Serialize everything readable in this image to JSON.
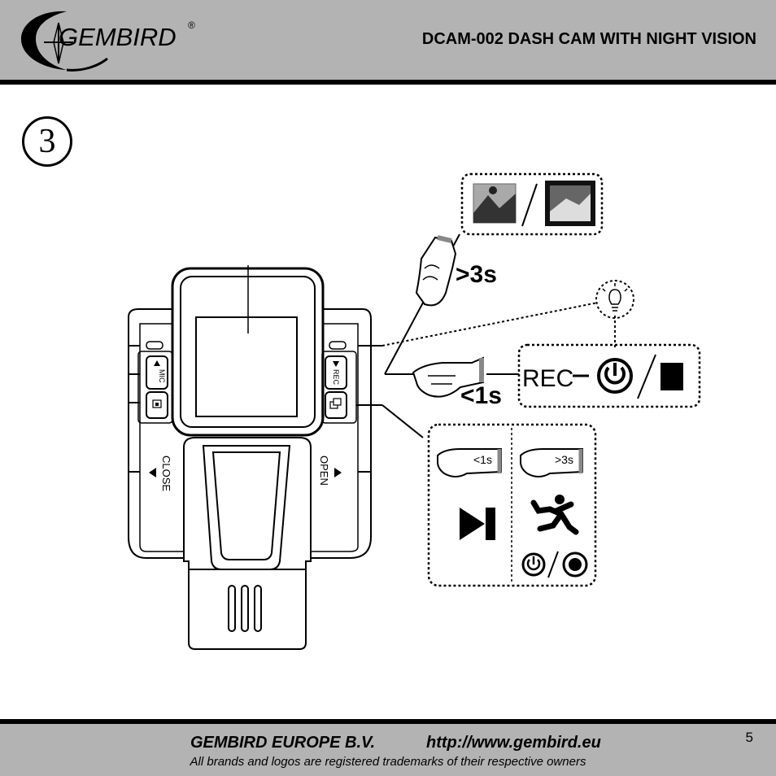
{
  "header": {
    "brand": "GEMBIRD",
    "registered_mark": "®",
    "title": "DCAM-002 DASH CAM WITH NIGHT VISION",
    "background": "#b3b3b3"
  },
  "step": {
    "number": "3"
  },
  "device": {
    "left_buttons": [
      "MIC",
      "screen-switch"
    ],
    "right_buttons": [
      "REC",
      "photo"
    ],
    "left_label": "CLOSE",
    "right_label": "OPEN"
  },
  "callouts": {
    "long_press_top": ">3s",
    "short_press_middle": "<1s",
    "rec_label": "REC",
    "short_press_small": "<1s",
    "long_press_small": ">3s"
  },
  "icons": [
    "color-photo-icon",
    "bw-photo-icon",
    "bulb-icon",
    "power-icon",
    "stop-icon",
    "next-track-icon",
    "running-person-icon",
    "record-icon"
  ],
  "footer": {
    "company": "GEMBIRD EUROPE B.V.",
    "url": "http://www.gembird.eu",
    "note": "All brands and logos are registered trademarks of their respective owners",
    "page_number": "5"
  }
}
